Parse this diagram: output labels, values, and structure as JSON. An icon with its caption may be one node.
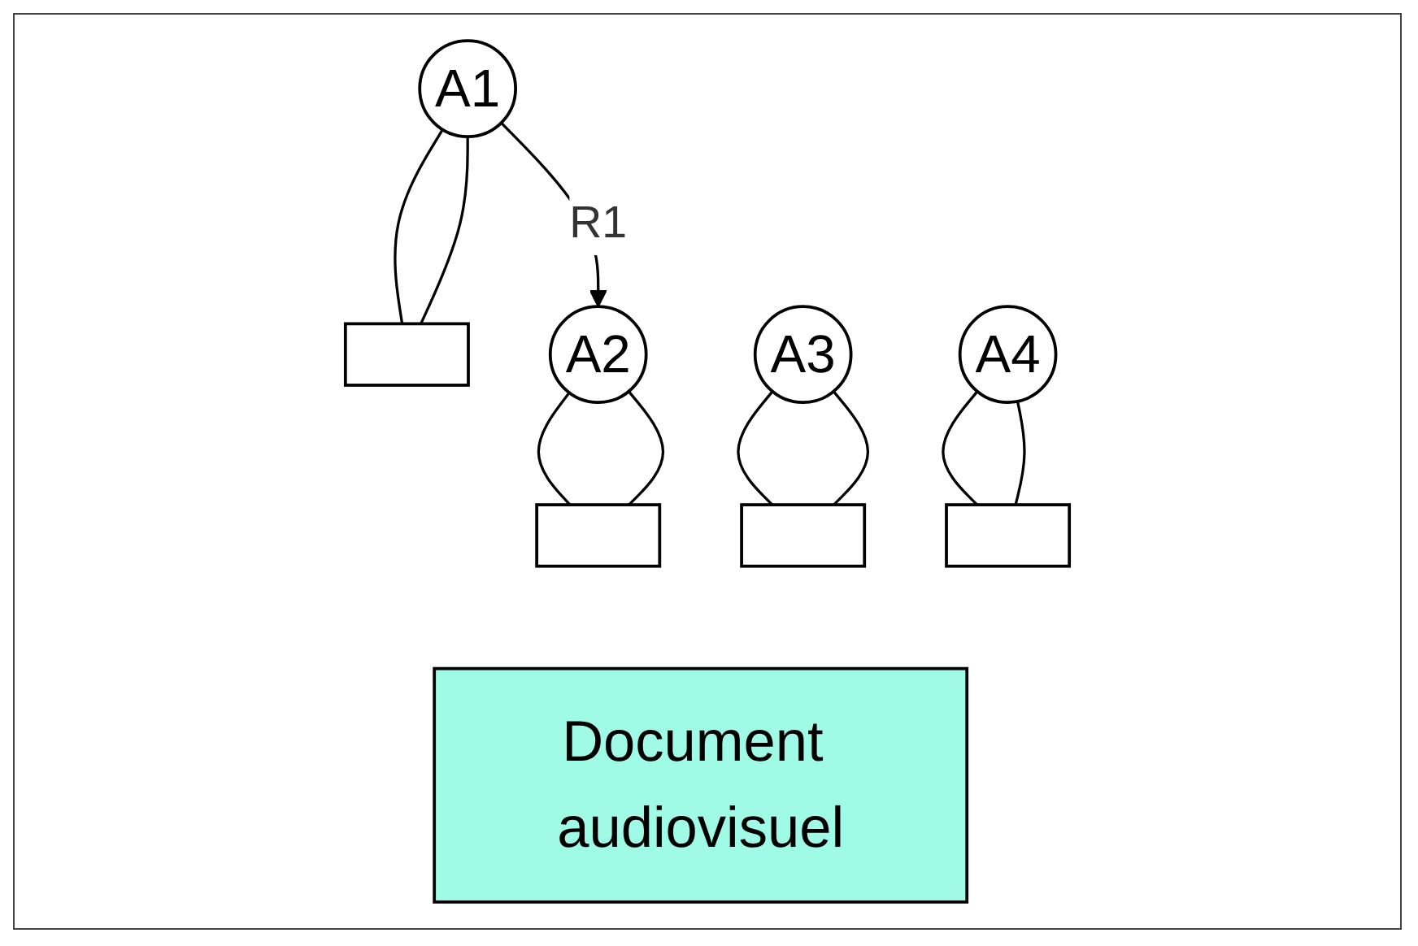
{
  "diagram": {
    "nodes": [
      {
        "text": [
          "A1"
        ]
      },
      {
        "text": [
          "A2"
        ]
      },
      {
        "text": [
          "A3"
        ]
      },
      {
        "text": [
          "A4"
        ]
      },
      {
        "text": [],
        "shape": "bar"
      },
      {
        "text": [],
        "shape": "bar"
      },
      {
        "text": [],
        "shape": "bar"
      },
      {
        "text": [],
        "shape": "bar"
      },
      {
        "text": [
          "Document audiovisuel"
        ]
      }
    ],
    "edges": [
      {
        "from": 0,
        "to": 1,
        "arrow": "to",
        "label": "R1"
      },
      {
        "from": 0,
        "to": 4,
        "arrow": "none"
      },
      {
        "from": 0,
        "to": 4,
        "arrow": "none"
      },
      {
        "from": 1,
        "to": 5,
        "arrow": "none"
      },
      {
        "from": 1,
        "to": 5,
        "arrow": "none"
      },
      {
        "from": 2,
        "to": 6,
        "arrow": "none"
      },
      {
        "from": 2,
        "to": 6,
        "arrow": "none"
      },
      {
        "from": 3,
        "to": 7,
        "arrow": "none"
      },
      {
        "from": 3,
        "to": 7,
        "arrow": "none"
      }
    ]
  }
}
